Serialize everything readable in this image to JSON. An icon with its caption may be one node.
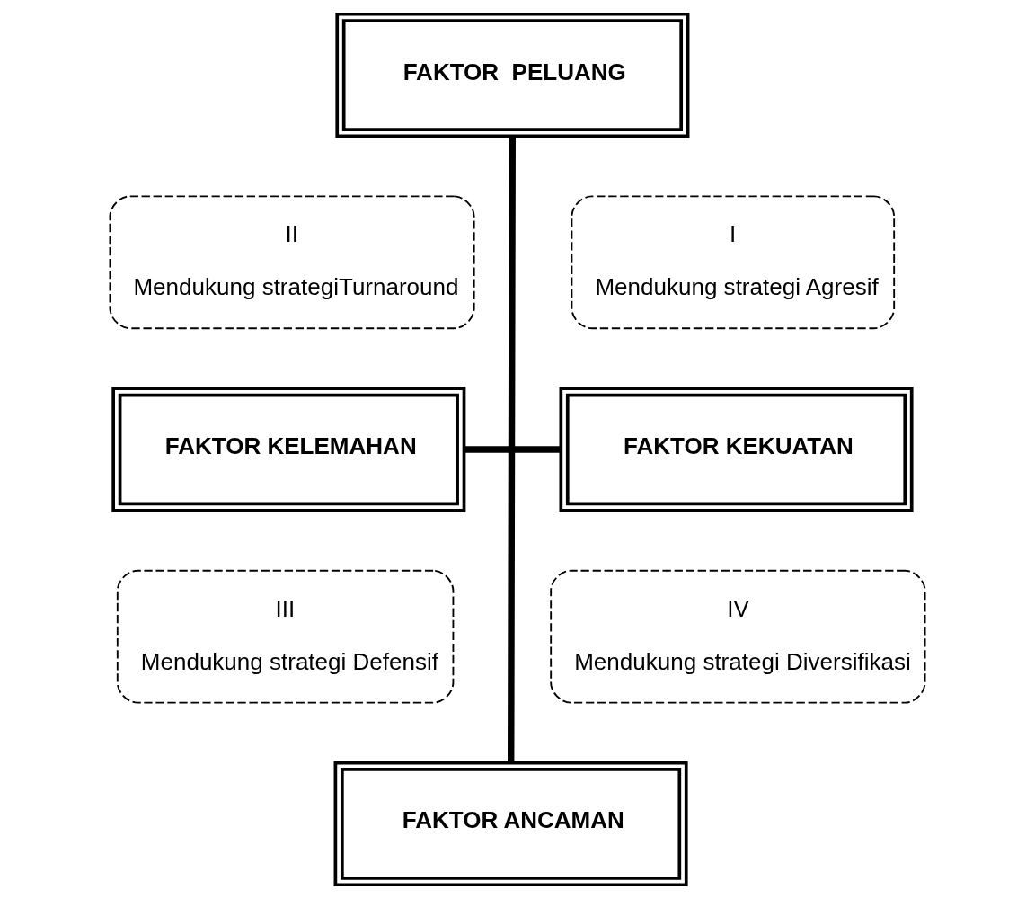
{
  "diagram": {
    "nodes": [
      {
        "text": [
          "FAKTOR  PELUANG"
        ]
      },
      {
        "text": [
          "II",
          "Mendukung strategiTurnaround"
        ]
      },
      {
        "text": [
          "I",
          "Mendukung strategi Agresif"
        ]
      },
      {
        "text": [
          "FAKTOR KELEMAHAN"
        ]
      },
      {
        "text": [
          "FAKTOR KEKUATAN"
        ]
      },
      {
        "text": [
          "III",
          "Mendukung strategi Defensif"
        ]
      },
      {
        "text": [
          "IV",
          "Mendukung strategi Diversifikasi"
        ]
      },
      {
        "text": [
          "FAKTOR ANCAMAN"
        ]
      }
    ],
    "edges": [
      {
        "from": 0,
        "to": 7,
        "arrow": "none"
      },
      {
        "from": 3,
        "to": 4,
        "arrow": "none"
      }
    ]
  }
}
